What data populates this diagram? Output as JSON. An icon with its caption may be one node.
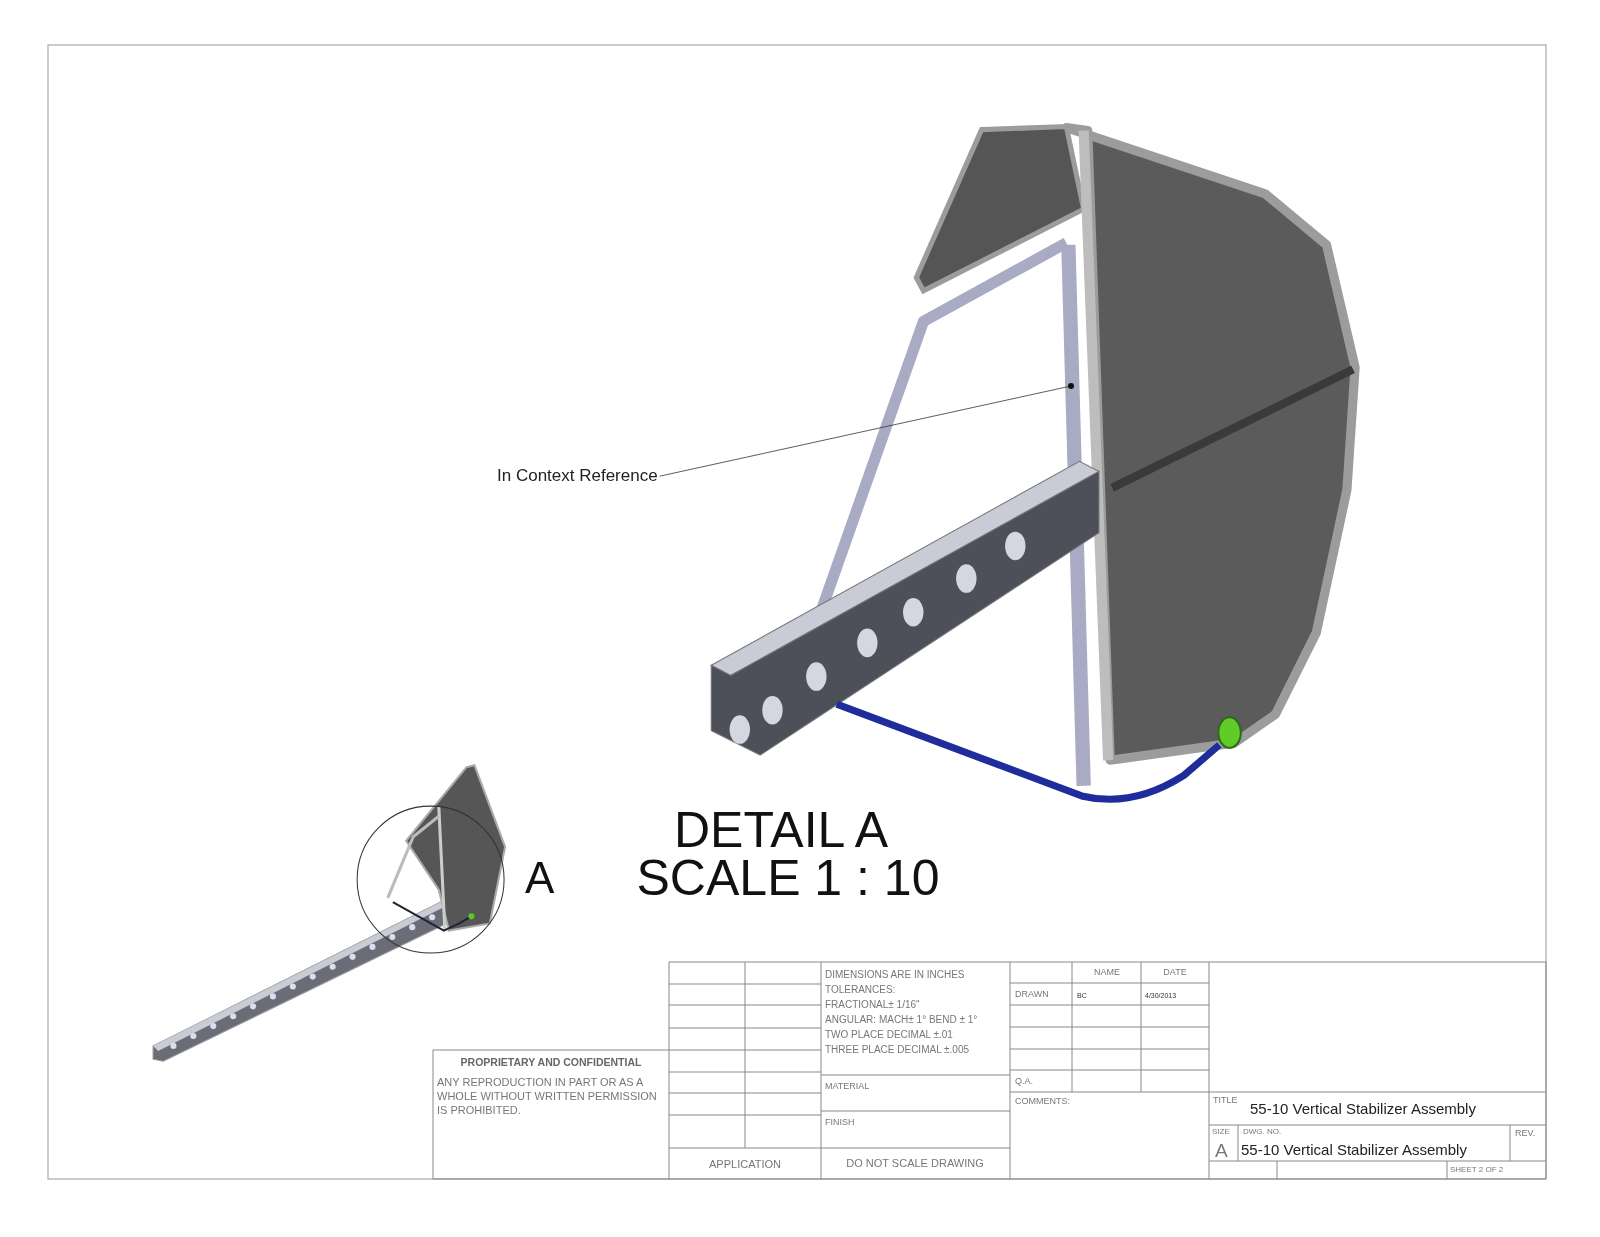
{
  "diagram": {
    "nodes": [
      {
        "text": [
          "In Context Reference"
        ]
      },
      {
        "text": [],
        "shape": "circle"
      }
    ],
    "edges": [
      {
        "from": 0,
        "to": 1,
        "arrow": "none"
      }
    ],
    "labels": [
      "A",
      "DETAIL A",
      "SCALE 1 : 10",
      "DIMENSIONS ARE IN INCHES",
      "TOLERANCES:",
      "FRACTIONAL± 1/16\"",
      "ANGULAR: MACH± 1° BEND ± 1°",
      "TWO PLACE DECIMAL   ±.01",
      "THREE PLACE DECIMAL  ±.005",
      "NAME",
      "DATE",
      "DRAWN",
      "BC",
      "4/30/2013",
      "Q.A.",
      "COMMENTS:",
      "PROPRIETARY AND CONFIDENTIAL",
      "ANY REPRODUCTION IN PART OR AS A WHOLE WITHOUT WRITTEN PERMISSION IS PROHIBITED.",
      "MATERIAL",
      "FINISH",
      "APPLICATION",
      "DO NOT SCALE DRAWING",
      "TITLE",
      "55-10 Vertical Stabilizer Assembly",
      "SIZE",
      "A",
      "DWG. NO.",
      "55-10 Vertical Stabilizer Assembly",
      "REV.",
      "SHEET 2 OF 2"
    ]
  }
}
